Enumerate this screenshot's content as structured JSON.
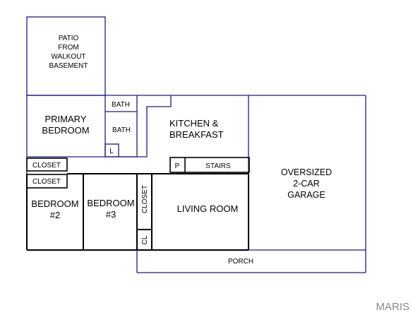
{
  "colors": {
    "wall_dark": "#000000",
    "wall_blue": "#1c1c78",
    "background": "#ffffff",
    "watermark": "#8a8a8a"
  },
  "rooms": {
    "patio": [
      "PATIO",
      "FROM",
      "WALKOUT",
      "BASEMENT"
    ],
    "primary_bedroom": [
      "PRIMARY",
      "BEDROOM"
    ],
    "bath_upper": "BATH",
    "bath_lower": "BATH",
    "linen": "L",
    "kitchen": [
      "KITCHEN &",
      "BREAKFAST"
    ],
    "closet_upper": "CLOSET",
    "closet_lower": "CLOSET",
    "pantry": "P",
    "stairs": "STAIRS",
    "garage": [
      "OVERSIZED",
      "2-CAR",
      "GARAGE"
    ],
    "bedroom2": [
      "BEDROOM",
      "#2"
    ],
    "bedroom3": [
      "BEDROOM",
      "#3"
    ],
    "closet_vertical": "CLOSET",
    "cl": "CL",
    "living_room": "LIVING ROOM",
    "porch": "PORCH"
  },
  "watermark": "MARIS"
}
